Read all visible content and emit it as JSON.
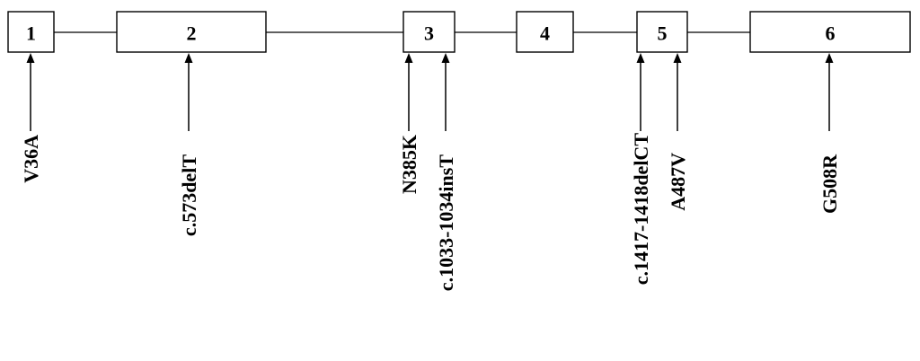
{
  "exons": [
    {
      "label": "1"
    },
    {
      "label": "2"
    },
    {
      "label": "3"
    },
    {
      "label": "4"
    },
    {
      "label": "5"
    },
    {
      "label": "6"
    }
  ],
  "mutations": [
    {
      "label": "V36A",
      "exon": "1"
    },
    {
      "label": "c.573delT",
      "exon": "2"
    },
    {
      "label": "N385K",
      "exon": "3"
    },
    {
      "label": "c.1033-1034insT",
      "exon": "3"
    },
    {
      "label": "c.1417-1418delCT",
      "exon": "5"
    },
    {
      "label": "A487V",
      "exon": "5"
    },
    {
      "label": "G508R",
      "exon": "6"
    }
  ]
}
